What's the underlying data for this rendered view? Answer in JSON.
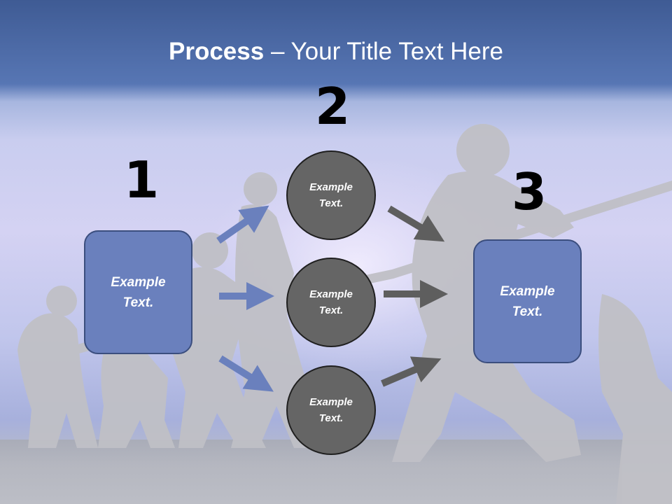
{
  "slide": {
    "title_bold": "Process",
    "title_rest": " – Your Title Text Here"
  },
  "steps": {
    "step1": {
      "number": "1",
      "text": "Example\nText."
    },
    "step2": {
      "number": "2"
    },
    "step3": {
      "number": "3",
      "text": "Example\nText."
    }
  },
  "circles": [
    {
      "text": "Example\nText."
    },
    {
      "text": "Example\nText."
    },
    {
      "text": "Example\nText."
    }
  ],
  "colors": {
    "box_fill": "#6a80bd",
    "circle_fill": "#656565",
    "arrow_blue": "#6a80bd",
    "arrow_gray": "#5e5e5e",
    "silhouette": "#c0c0c6"
  }
}
